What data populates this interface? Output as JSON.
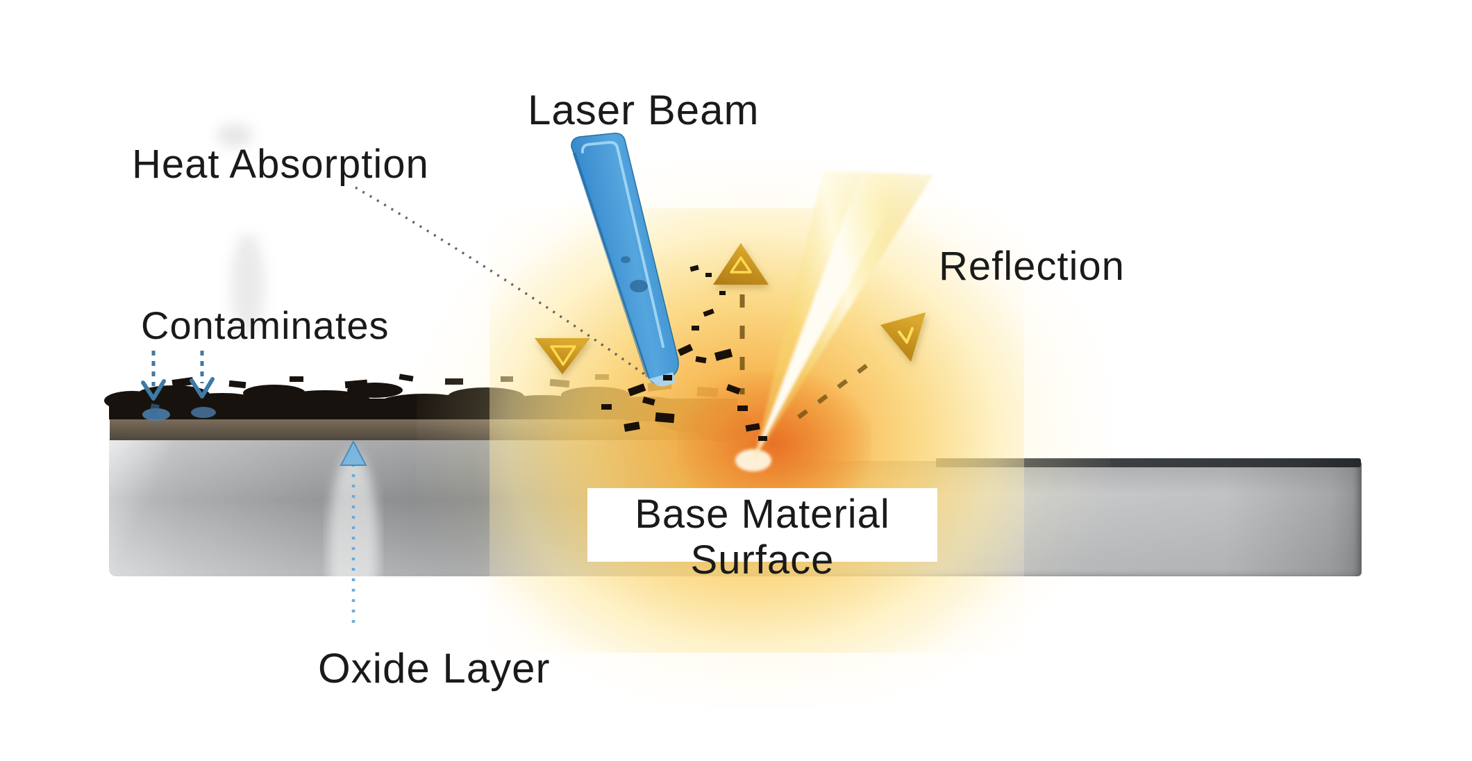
{
  "page": {
    "kind": "laser-cleaning-process-diagram",
    "background": "#ffffff"
  },
  "labels": {
    "heat_absorption": "Heat Absorption",
    "laser_beam": "Laser Beam",
    "contaminates": "Contaminates",
    "reflection": "Reflection",
    "base_material_line1": "Base Material",
    "base_material_line2": "Surface",
    "oxide_layer": "Oxide Layer"
  },
  "colors": {
    "text": "#1a1a1a",
    "laser_wand_blue": "#3e8fd0",
    "wand_highlight": "#aadcf7",
    "glow_core_orange": "#e8722a",
    "glow_amber": "#f6b042",
    "glow_pale_yellow": "#fdeab5",
    "reflection_beam": "#fdf6d8",
    "warning_triangle_gold": "#c6921f",
    "triangle_glyph_yellow": "#ffd94e",
    "warning_dash_brown": "#6b4e10",
    "base_material_gray": "#9b9da0",
    "surface_dark_line": "#35383b",
    "contaminate_black": "#17120d",
    "oxide_taupe": "#6d5f4f",
    "contaminate_arrow_blue": "#3d7aa6",
    "oxide_arrow_blue": "#66a9d4",
    "heat_line_gray": "#555555"
  }
}
